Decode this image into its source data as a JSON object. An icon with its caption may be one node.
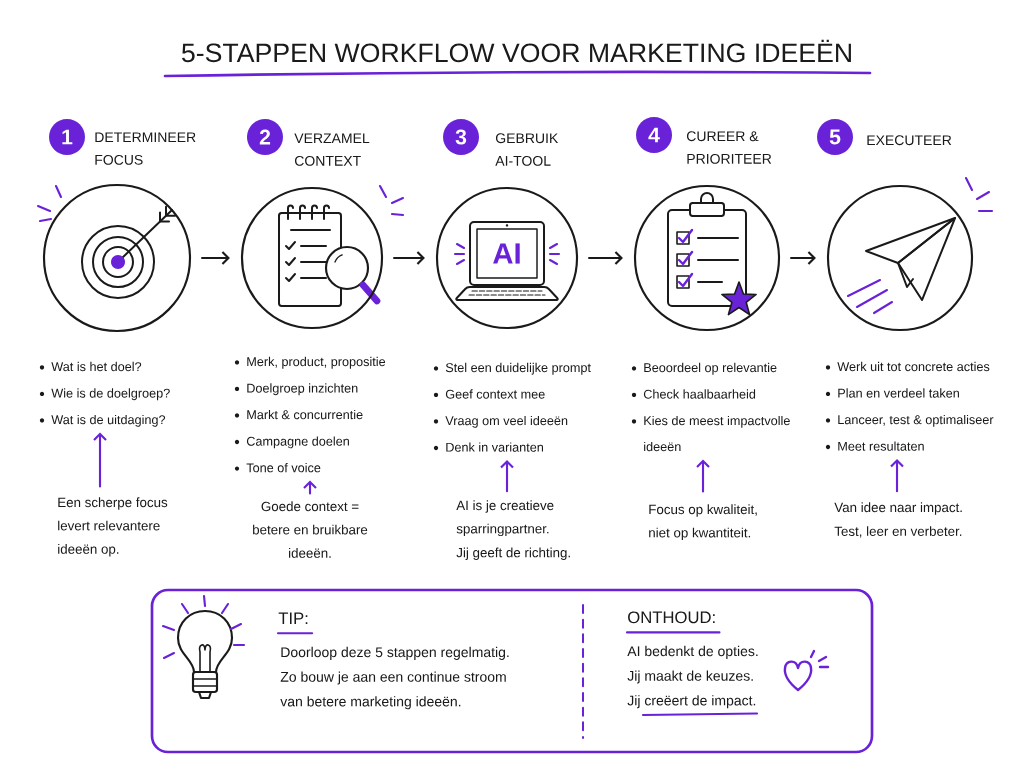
{
  "diagram": {
    "title": "5-STAPPEN WORKFLOW VOOR MARKETING IDEEËN",
    "nodes": [
      {
        "text": [
          "1"
        ],
        "beside": [
          "DETERMINEER FOCUS"
        ]
      },
      {
        "text": [],
        "shape": "circle"
      },
      {
        "text": [
          "Wat is het doel?",
          "Wie is de doelgroep?",
          "Wat is de uitdaging?"
        ]
      },
      {
        "text": [
          "Een scherpe focus levert relevantere ideeën op."
        ]
      },
      {
        "text": [
          "2"
        ],
        "beside": [
          "VERZAMEL CONTEXT"
        ]
      },
      {
        "text": [],
        "shape": "circle"
      },
      {
        "text": [
          "Merk, product, propositie",
          "Doelgroep inzichten",
          "Markt & concurrentie",
          "Campagne doelen",
          "Tone of voice"
        ]
      },
      {
        "text": [
          "Goede context = betere en bruikbare ideeën."
        ]
      },
      {
        "text": [
          "3"
        ],
        "beside": [
          "GEBRUIK AI-TOOL"
        ]
      },
      {
        "text": [
          "AI"
        ]
      },
      {
        "text": [
          "Stel een duidelijke prompt",
          "Geef context mee",
          "Vraag om veel ideeën",
          "Denk in varianten"
        ]
      },
      {
        "text": [
          "AI is je creatieve sparringpartner.",
          "Jij geeft de richting."
        ]
      },
      {
        "text": [
          "4"
        ],
        "beside": [
          "CUREER & PRIORITEER"
        ]
      },
      {
        "text": [],
        "shape": "circle"
      },
      {
        "text": [
          "Beoordeel op relevantie",
          "Check haalbaarheid",
          "Kies de meest impactvolle ideeën"
        ]
      },
      {
        "text": [
          "Focus op kwaliteit, niet op kwantiteit."
        ]
      },
      {
        "text": [
          "5"
        ],
        "beside": [
          "EXECUTEER"
        ]
      },
      {
        "text": [],
        "shape": "circle"
      },
      {
        "text": [
          "Werk uit tot concrete acties",
          "Plan en verdeel taken",
          "Lanceer, test & optimaliseer",
          "Meet resultaten"
        ]
      },
      {
        "text": [
          "Van idee naar impact.",
          "Test, leer en verbeter."
        ]
      },
      {
        "text": [
          "TIP:",
          "Doorloop deze 5 stappen regelmatig. Zo bouw je aan een continue stroom van betere marketing ideeën.",
          "ONTHOUD:",
          "AI bedenkt de opties. Jij maakt de keuzes. Jij creëert de impact."
        ]
      }
    ],
    "edges": [
      {
        "from": 1,
        "to": 5,
        "arrow": "to",
        "color": "#1a1a1a"
      },
      {
        "from": 5,
        "to": 9,
        "arrow": "to",
        "color": "#1a1a1a"
      },
      {
        "from": 9,
        "to": 13,
        "arrow": "to",
        "color": "#1a1a1a"
      },
      {
        "from": 13,
        "to": 17,
        "arrow": "to",
        "color": "#1a1a1a"
      },
      {
        "from": 3,
        "to": 2,
        "arrow": "to"
      },
      {
        "from": 7,
        "to": 6,
        "arrow": "to"
      },
      {
        "from": 11,
        "to": 10,
        "arrow": "to"
      },
      {
        "from": 15,
        "to": 14,
        "arrow": "to"
      },
      {
        "from": 19,
        "to": 18,
        "arrow": "to"
      }
    ]
  }
}
